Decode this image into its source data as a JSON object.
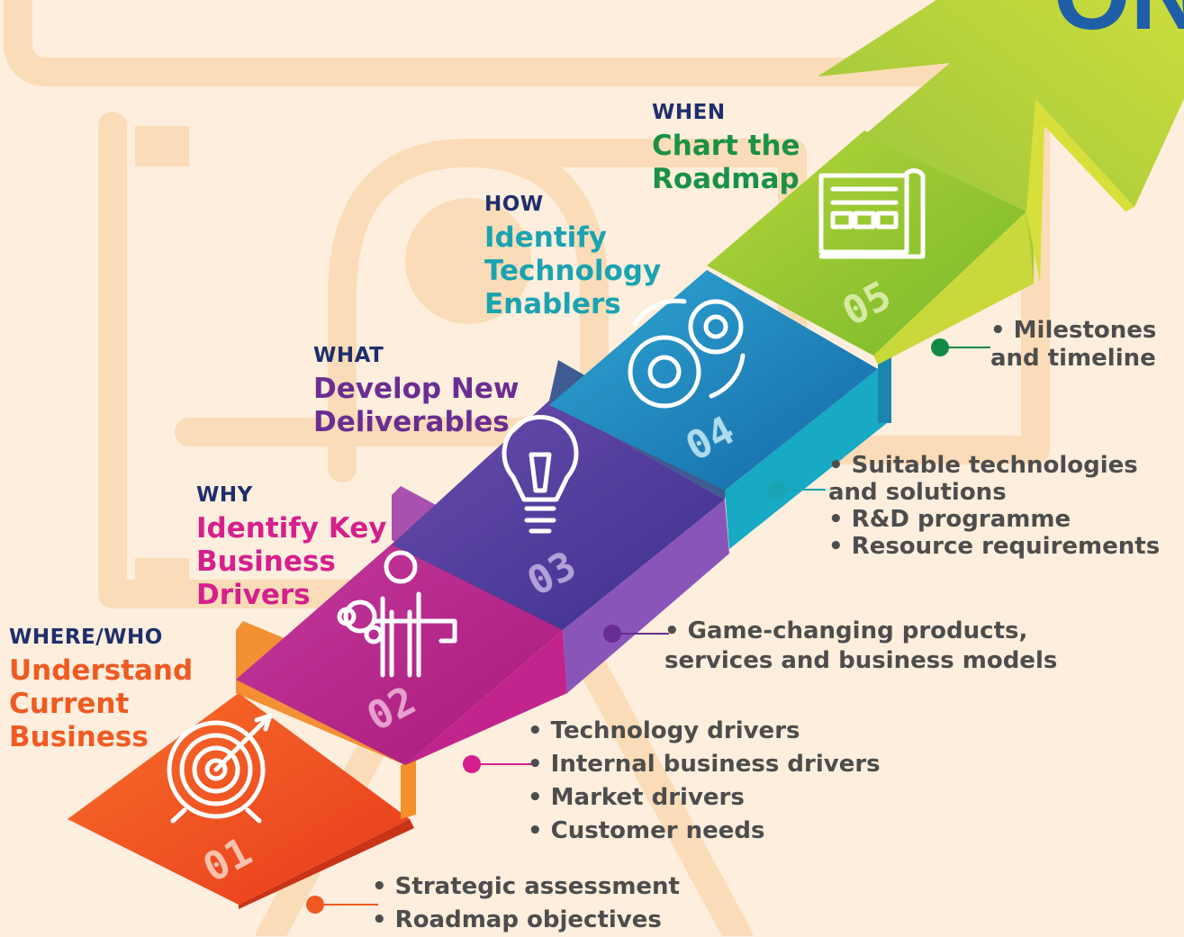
{
  "header": {
    "corner_text": "ON"
  },
  "steps": [
    {
      "number": "01",
      "question": "WHERE/WHO",
      "title": "Understand\nCurrent\nBusiness",
      "title_color": "#f05a22",
      "icon": "target-icon",
      "bullets": "• Strategic assessment\n• Roadmap objectives",
      "connector_color": "#f05a22"
    },
    {
      "number": "02",
      "question": "WHY",
      "title": "Identify Key\nBusiness\nDrivers",
      "title_color": "#d61f8c",
      "icon": "key-person-icon",
      "bullets": "• Technology drivers\n• Internal business drivers\n• Market drivers\n• Customer needs",
      "connector_color": "#d61f8c"
    },
    {
      "number": "03",
      "question": "WHAT",
      "title": "Develop New\nDeliverables",
      "title_color": "#6a2d91",
      "icon": "lightbulb-icon",
      "bullets": "• Game-changing products,\n   services and business models",
      "connector_color": "#6a2d91"
    },
    {
      "number": "04",
      "question": "HOW",
      "title": "Identify\nTechnology\nEnablers",
      "title_color": "#1aa3b0",
      "icon": "gears-icon",
      "bullets": "• Suitable technologies\n   and solutions\n• R&D programme\n• Resource requirements",
      "connector_color": "#1aa3b0"
    },
    {
      "number": "05",
      "question": "WHEN",
      "title": "Chart the\nRoadmap",
      "title_color": "#1a9146",
      "icon": "roadmap-blueprint-icon",
      "bullets": "• Milestones\n   and timeline",
      "connector_color": "#138a43"
    }
  ]
}
